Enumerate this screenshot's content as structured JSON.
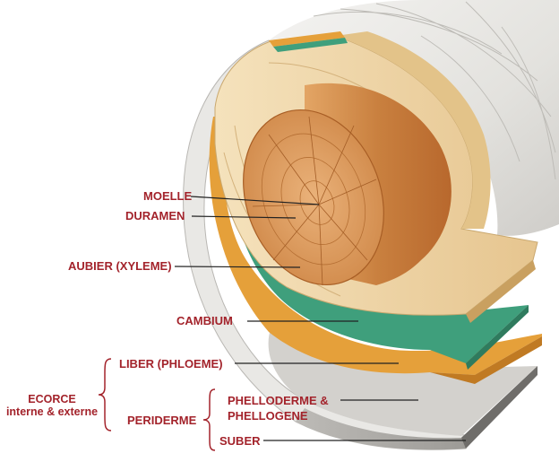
{
  "labels": {
    "moelle": "MOELLE",
    "duramen": "DURAMEN",
    "aubier": "AUBIER (XYLEME)",
    "cambium": "CAMBIUM",
    "liber": "LIBER (PHLOEME)",
    "ecorce_line1": "ECORCE",
    "ecorce_line2": "interne & externe",
    "periderme": "PERIDERME",
    "phelloderme_line1": "PHELLODERME &",
    "phelloderme_line2": "PHELLOGENE",
    "suber": "SUBER"
  },
  "colors": {
    "label": "#a3232b",
    "leader_line": "#222222",
    "bark": "#e6e5e2",
    "phloem": "#e5a03a",
    "cambium": "#3f9f7c",
    "sapwood": "#efd4a3",
    "heartwood": "#d08a4c",
    "cork": "#8d8b88"
  }
}
